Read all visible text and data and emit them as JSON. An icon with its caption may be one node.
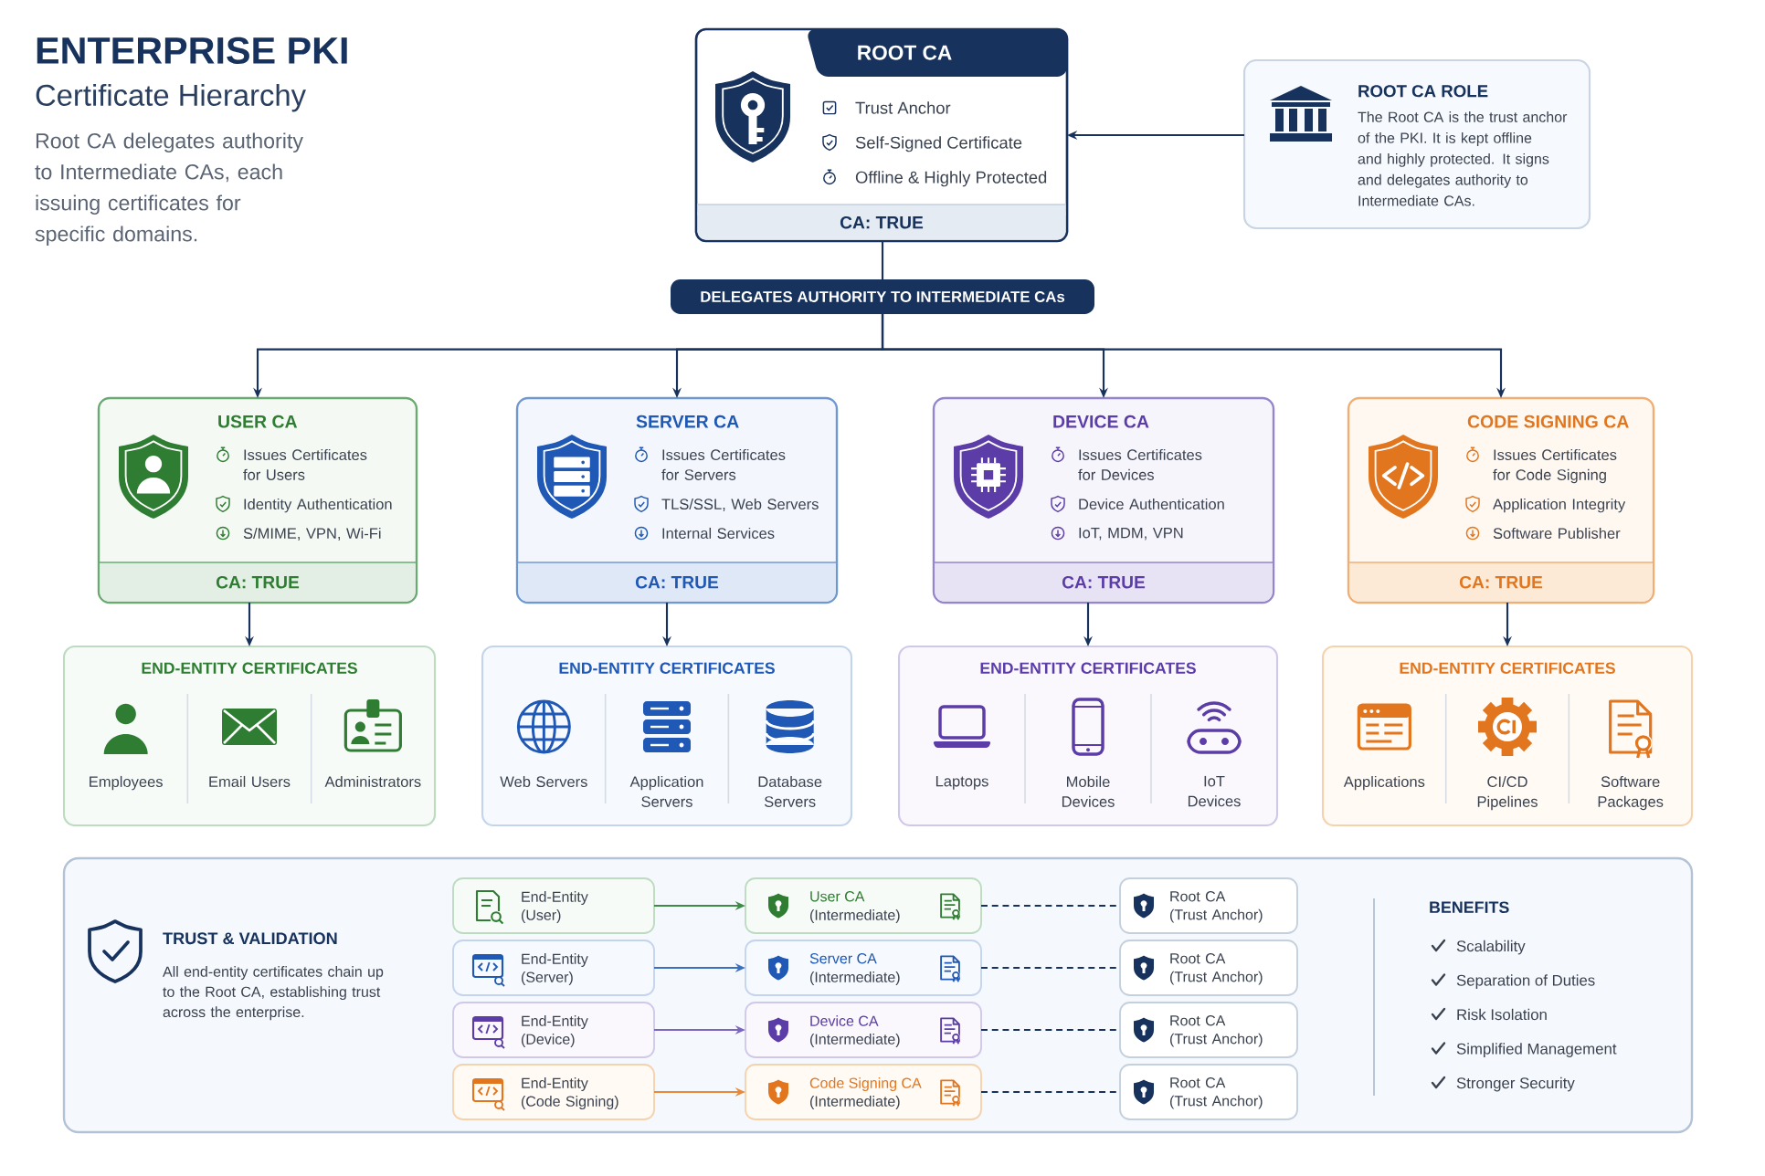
{
  "diagram": {
    "title": "ENTERPRISE PKI",
    "nodes": [
      {
        "text": [
          "ROOT CA",
          "Trust Anchor",
          "Self-Signed Certificate",
          "Offline & Highly Protected",
          "CA: TRUE"
        ]
      },
      {
        "text": [
          "ROOT CA ROLE",
          "The Root CA is the trust anchor of the PKI. It is kept offline and highly protected. It signs and delegates authority to Intermediate CAs."
        ]
      },
      {
        "text": [
          "DELEGATES AUTHORITY TO INTERMEDIATE CAs"
        ]
      },
      {
        "text": [
          "USER CA",
          "Issues Certificates for Users",
          "Identity Authentication",
          "S/MIME, VPN, Wi-Fi",
          "CA: TRUE"
        ]
      },
      {
        "text": [
          "SERVER CA",
          "Issues Certificates for Servers",
          "TLS/SSL, Web Servers",
          "Internal Services",
          "CA: TRUE"
        ]
      },
      {
        "text": [
          "DEVICE CA",
          "Issues Certificates for Devices",
          "Device Authentication",
          "IoT, MDM, VPN",
          "CA: TRUE"
        ]
      },
      {
        "text": [
          "CODE SIGNING CA",
          "Issues Certificates for Code Signing",
          "Application Integrity",
          "Software Publisher",
          "CA: TRUE"
        ]
      },
      {
        "text": [
          "END-ENTITY CERTIFICATES",
          "Employees",
          "Email Users",
          "Administrators"
        ]
      },
      {
        "text": [
          "END-ENTITY CERTIFICATES",
          "Web Servers",
          "Application Servers",
          "Database Servers"
        ]
      },
      {
        "text": [
          "END-ENTITY CERTIFICATES",
          "Laptops",
          "Mobile Devices",
          "IoT Devices"
        ]
      },
      {
        "text": [
          "END-ENTITY CERTIFICATES",
          "Applications",
          "CI/CD Pipelines",
          "Software Packages"
        ]
      },
      {
        "text": [
          "TRUST & VALIDATION",
          "All end-entity certificates chain up to the Root CA, establishing trust across the enterprise.",
          "BENEFITS",
          "Scalability",
          "Separation of Duties",
          "Risk Isolation",
          "Simplified Management",
          "Stronger Security"
        ]
      },
      {
        "text": [
          "End-Entity (User)"
        ],
        "in": 11
      },
      {
        "text": [
          "User CA",
          "(Intermediate)"
        ],
        "in": 11
      },
      {
        "text": [
          "Root CA (Trust Anchor)"
        ],
        "in": 11
      },
      {
        "text": [
          "End-Entity (Server)"
        ],
        "in": 11
      },
      {
        "text": [
          "Server CA",
          "(Intermediate)"
        ],
        "in": 11
      },
      {
        "text": [
          "Root CA (Trust Anchor)"
        ],
        "in": 11
      },
      {
        "text": [
          "End-Entity (Device)"
        ],
        "in": 11
      },
      {
        "text": [
          "Device CA",
          "(Intermediate)"
        ],
        "in": 11
      },
      {
        "text": [
          "Root CA (Trust Anchor)"
        ],
        "in": 11
      },
      {
        "text": [
          "End-Entity (Code Signing)"
        ],
        "in": 11
      },
      {
        "text": [
          "Code Signing CA",
          "(Intermediate)"
        ],
        "in": 11
      },
      {
        "text": [
          "Root CA (Trust Anchor)"
        ],
        "in": 11
      }
    ],
    "edges": [
      {
        "from": 1,
        "to": 0,
        "arrow": "to"
      },
      {
        "from": 0,
        "to": 2,
        "arrow": "none"
      },
      {
        "from": 2,
        "to": 3,
        "arrow": "to"
      },
      {
        "from": 2,
        "to": 4,
        "arrow": "to"
      },
      {
        "from": 2,
        "to": 5,
        "arrow": "to"
      },
      {
        "from": 2,
        "to": 6,
        "arrow": "to"
      },
      {
        "from": 3,
        "to": 7,
        "arrow": "to"
      },
      {
        "from": 4,
        "to": 8,
        "arrow": "to"
      },
      {
        "from": 5,
        "to": 9,
        "arrow": "to"
      },
      {
        "from": 6,
        "to": 10,
        "arrow": "to"
      },
      {
        "from": 12,
        "to": 13,
        "arrow": "to",
        "color": "#3d8b47"
      },
      {
        "from": 13,
        "to": 14,
        "arrow": "none",
        "style": "dashed"
      },
      {
        "from": 15,
        "to": 16,
        "arrow": "to",
        "color": "#3b6fc2"
      },
      {
        "from": 16,
        "to": 17,
        "arrow": "none",
        "style": "dashed"
      },
      {
        "from": 18,
        "to": 19,
        "arrow": "to",
        "color": "#7b65bf"
      },
      {
        "from": 19,
        "to": 20,
        "arrow": "none",
        "style": "dashed"
      },
      {
        "from": 21,
        "to": 22,
        "arrow": "to",
        "color": "#e8893a"
      },
      {
        "from": 22,
        "to": 23,
        "arrow": "none",
        "style": "dashed"
      }
    ],
    "labels": [
      "Certificate Hierarchy",
      "Root CA delegates authority to Intermediate CAs, each issuing certificates for specific domains."
    ]
  }
}
